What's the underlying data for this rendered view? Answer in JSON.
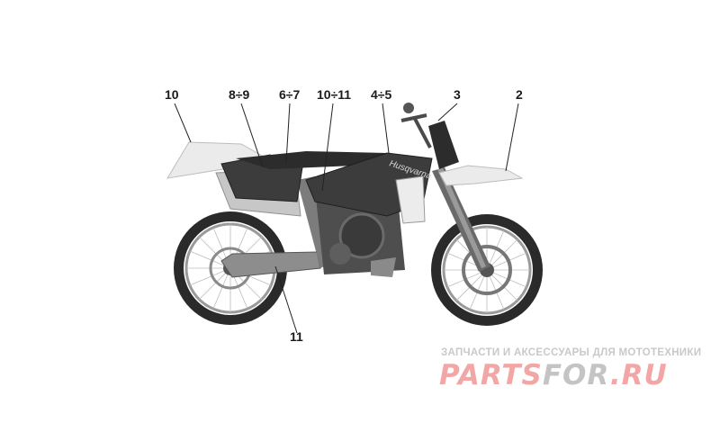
{
  "callouts": {
    "c10": "10",
    "c8_9": "8÷9",
    "c6_7": "6÷7",
    "c10_11": "10÷11",
    "c4_5": "4÷5",
    "c3": "3",
    "c2": "2",
    "c11": "11"
  },
  "tank_brand": "Husqvarna",
  "watermark": {
    "tagline": "ЗАПЧАСТИ И АКСЕССУАРЫ ДЛЯ МОТОТЕХНИКИ",
    "brand_part1": "PARTS",
    "brand_part2": "FOR",
    "brand_part3": ".RU"
  },
  "colors": {
    "bodywork_dark": "#3c3c3c",
    "plastics_light": "#eeeeee",
    "watermark_red": "#f2a6a6",
    "watermark_gray": "#c4c4c4"
  }
}
